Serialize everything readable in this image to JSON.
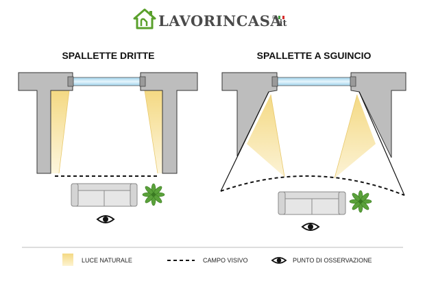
{
  "logo": {
    "text": "LAVORINCASA",
    "registered": "®",
    "suffix": ".it"
  },
  "panels": [
    {
      "title": "SPALLETTE DRITTE"
    },
    {
      "title": "SPALLETTE A SGUINCIO"
    }
  ],
  "legend": [
    {
      "icon": "light-swatch",
      "label": "LUCE NATURALE"
    },
    {
      "icon": "dashed-line",
      "label": "CAMPO VISIVO"
    },
    {
      "icon": "eye-icon",
      "label": "PUNTO DI OSSERVAZIONE"
    }
  ],
  "colors": {
    "wall": "#bdbdbd",
    "wall_stroke": "#333333",
    "light": "#f7e3a6",
    "glass": "#cfe6f2",
    "plant": "#5aa13a",
    "logo_green": "#5aa02c"
  }
}
